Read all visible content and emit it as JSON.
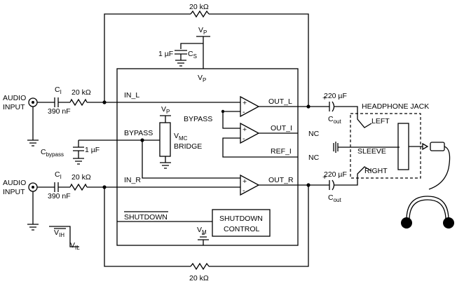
{
  "labels": {
    "r_top": "20 kΩ",
    "r_bot": "20 kΩ",
    "vp_top": "V",
    "vp_top_sub": "P",
    "cs_val": "1 µF",
    "cs_name": "C",
    "cs_sub": "S",
    "vp_mid": "V",
    "vp_mid_sub": "P",
    "audio_in_l_1": "AUDIO",
    "audio_in_l_2": "INPUT",
    "ci_l_name": "C",
    "ci_l_sub": "I",
    "ci_l_val": "390 nF",
    "rin_l_val": "20 kΩ",
    "in_l": "IN_L",
    "out_l": "OUT_L",
    "bypass_amp": "BYPASS",
    "vp_bridge": "V",
    "vp_bridge_sub": "P",
    "out_i": "OUT_I",
    "nc_1": "NC",
    "bypass_pin": "BYPASS",
    "vmc_1": "V",
    "vmc_1_sub": "MC",
    "vmc_2": "BRIDGE",
    "cbyp_name": "C",
    "cbyp_sub": "bypass",
    "cbyp_val": "1 µF",
    "ref_i": "REF_I",
    "nc_2": "NC",
    "audio_in_r_1": "AUDIO",
    "audio_in_r_2": "INPUT",
    "ci_r_name": "C",
    "ci_r_sub": "I",
    "ci_r_val": "390 nF",
    "rin_r_val": "20 kΩ",
    "in_r": "IN_R",
    "out_r": "OUT_R",
    "shutdown": "SHUTDOWN",
    "sd_ctrl_1": "SHUTDOWN",
    "sd_ctrl_2": "CONTROL",
    "vm": "V",
    "vm_sub": "M",
    "vih": "V",
    "vih_sub": "IH",
    "vil": "V",
    "vil_sub": "IL",
    "cout_l_val": "220 µF",
    "cout_l_name": "C",
    "cout_l_sub": "out",
    "cout_r_val": "220 µF",
    "cout_r_name": "C",
    "cout_r_sub": "out",
    "hp_jack": "HEADPHONE JACK",
    "left": "LEFT",
    "sleeve": "SLEEVE",
    "right": "RIGHT",
    "plus": "+",
    "minus": "-"
  }
}
